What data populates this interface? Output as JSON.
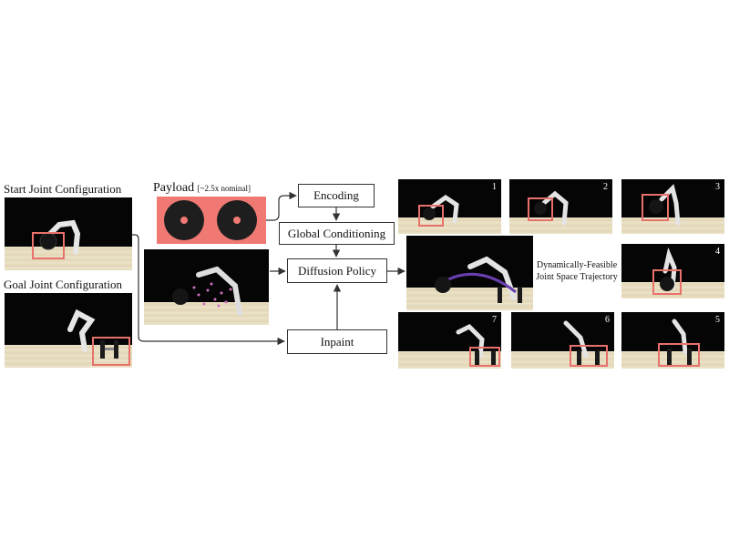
{
  "start_label": "Start Joint Configuration",
  "goal_label": "Goal Joint Configuration",
  "payload_title": "Payload",
  "payload_note": "[~2.5x nominal]",
  "boxes": {
    "encoding": "Encoding",
    "global_conditioning": "Global Conditioning",
    "diffusion_policy": "Diffusion Policy",
    "inpaint": "Inpaint"
  },
  "trajectory_label": "Dynamically-Feasible Joint Space Trajectory",
  "frame_numbers": [
    "1",
    "2",
    "3",
    "4",
    "5",
    "6",
    "7"
  ],
  "colors": {
    "highlight_box": "#e8716b",
    "payload_background": "#f07a73",
    "background": "#050505"
  }
}
